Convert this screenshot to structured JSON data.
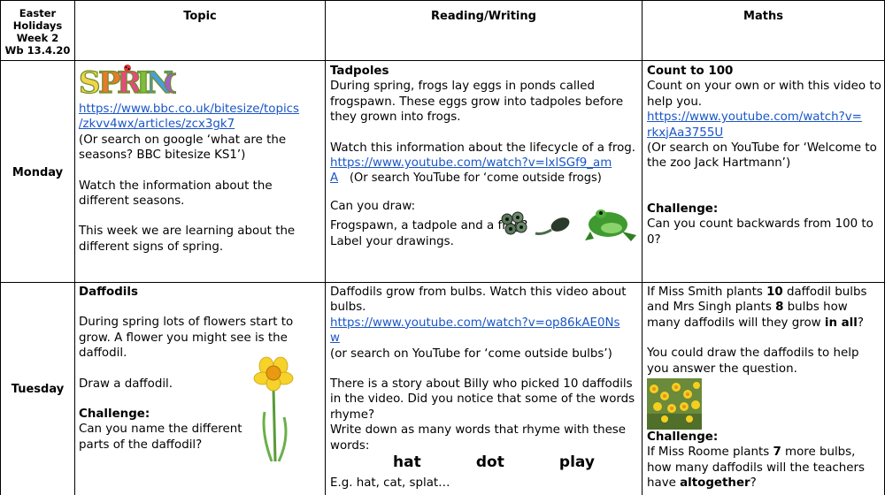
{
  "header": {
    "col1": [
      "Easter",
      "Holidays",
      "Week 2",
      "Wb 13.4.20"
    ],
    "topic": "Topic",
    "reading": "Reading/Writing",
    "maths": "Maths"
  },
  "monday": {
    "day": "Monday",
    "topic": {
      "logo_text": "SPRING",
      "link": "https://www.bbc.co.uk/bitesize/topics/zkvv4wx/articles/zcx3gk7",
      "link_lines": [
        "https://www.bbc.co.uk/bitesize/topics",
        "/zkvv4wx/articles/zcx3gk7"
      ],
      "search_note": "(Or search on google ‘what are the seasons? BBC bitesize KS1’)",
      "p1": "Watch the information about the different seasons.",
      "p2": "This week we are learning about the different signs of spring."
    },
    "reading": {
      "title": "Tadpoles",
      "p1": "During spring, frogs lay eggs in ponds called frogspawn. These eggs grow into tadpoles before they grown into frogs.",
      "p2": "Watch this information about the lifecycle of a frog.",
      "link_lines": [
        "https://www.youtube.com/watch?v=lxlSGf9_am",
        "A"
      ],
      "search_note": "(Or search YouTube for ‘come outside frogs)",
      "draw_title": "Can you draw:",
      "draw_items": "Frogspawn, a tadpole and a frog?",
      "label": "Label your drawings."
    },
    "maths": {
      "title": "Count to 100",
      "p1": "Count on your own or with this video to help you.",
      "link_lines": [
        "https://www.youtube.com/watch?v=",
        "rkxjAa3755U"
      ],
      "search_note": "(Or search on YouTube for ‘Welcome to the zoo Jack Hartmann’)",
      "challenge": "Challenge:",
      "challenge_text": "Can you count backwards from 100 to 0?"
    }
  },
  "tuesday": {
    "day": "Tuesday",
    "topic": {
      "title": "Daffodils",
      "p1": "During spring lots of flowers start to grow. A flower you might see is the daffodil.",
      "p2": "Draw a daffodil.",
      "challenge": "Challenge:",
      "challenge_text": "Can you name the different parts of the daffodil?"
    },
    "reading": {
      "p1": "Daffodils grow from bulbs. Watch this video about bulbs.",
      "link_lines": [
        "https://www.youtube.com/watch?v=op86kAE0Ns",
        "w"
      ],
      "search_note": "(or search on YouTube for ‘come outside bulbs’)",
      "p2": "There is a story about Billy who picked 10 daffodils in the video. Did you notice that some of the words rhyme?",
      "p3": "Write down as many words that rhyme with these words:",
      "rhymes": [
        "hat",
        "dot",
        "play"
      ],
      "example": "E.g. hat, cat, splat…"
    },
    "maths": {
      "q_pre": "If Miss Smith plants ",
      "q_n1": "10",
      "q_mid1": " daffodil bulbs and Mrs Singh plants ",
      "q_n2": "8",
      "q_mid2": " bulbs how many daffodils will they grow ",
      "q_bold": "in all",
      "q_end": "?",
      "p2": "You could draw the daffodils to help you answer the question.",
      "challenge": "Challenge:",
      "c_pre": "If Miss Roome plants ",
      "c_n": "7",
      "c_mid": " more bulbs, how many daffodils will the teachers have ",
      "c_bold": "altogether",
      "c_end": "?"
    }
  }
}
